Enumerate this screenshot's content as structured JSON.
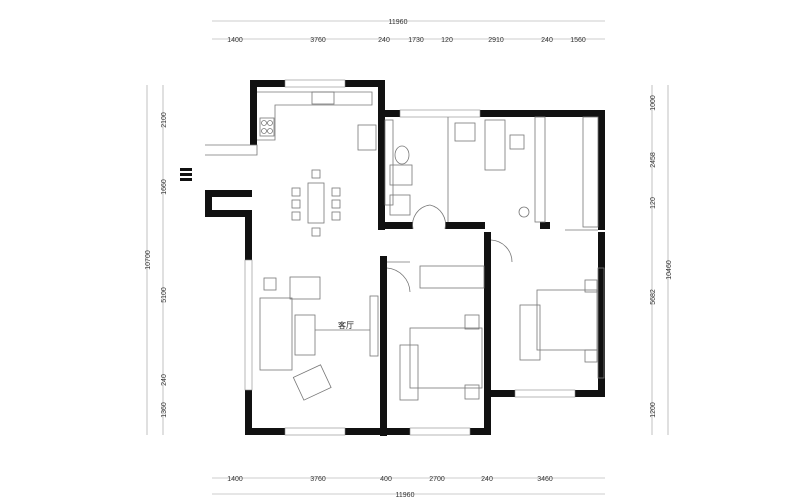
{
  "dimensions": {
    "top_total": "11960",
    "top_segments": [
      "1400",
      "3760",
      "240",
      "1730",
      "120",
      "2910",
      "240",
      "1560"
    ],
    "bottom_segments": [
      "1400",
      "3760",
      "400",
      "2700",
      "240",
      "3460"
    ],
    "bottom_total": "11960",
    "left_total": "10700",
    "left_segments": [
      "2100",
      "1660",
      "5100",
      "240",
      "1360"
    ],
    "right_segments": [
      "1000",
      "2458",
      "120",
      "5682",
      "1200"
    ],
    "right_total": "10460"
  },
  "rooms": {
    "living_room": "客厅"
  }
}
